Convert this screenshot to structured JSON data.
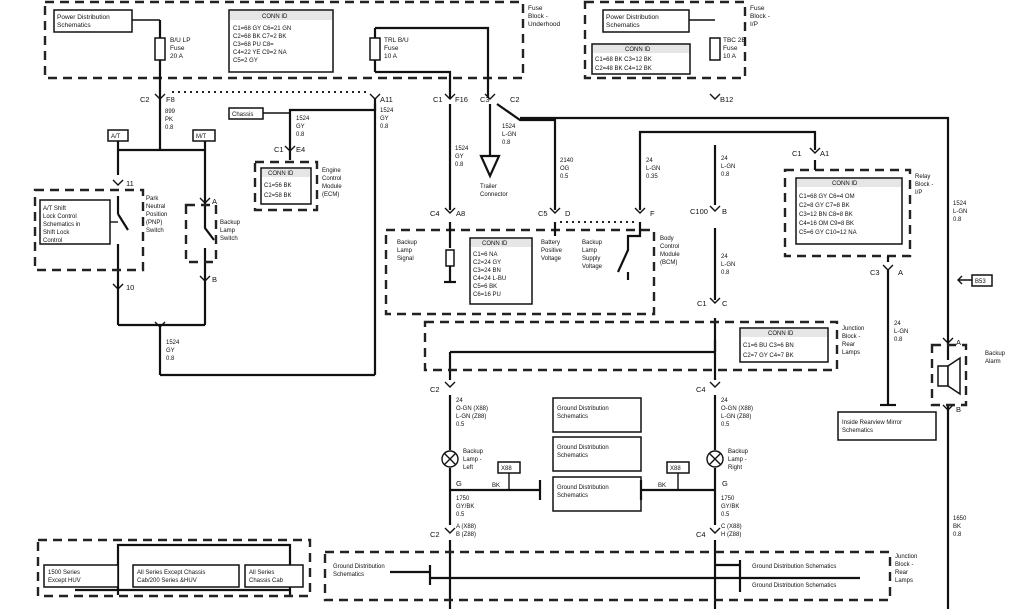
{
  "fuse_block_underhood": {
    "title_l1": "Fuse",
    "title_l2": "Block -",
    "title_l3": "Underhood",
    "power_dist_l1": "Power Distribution",
    "power_dist_l2": "Schematics",
    "conn_title": "CONN ID",
    "conn_rows": [
      "C1=68 GY   C6=21 GN",
      "C2=68 BK   C7=2 BK",
      "C3=68 PU   C8=",
      "C4=22 YE   C9=2 NA",
      "C5=2 GY"
    ],
    "fuse1_l1": "B/U LP",
    "fuse1_l2": "Fuse",
    "fuse1_l3": "20 A",
    "fuse2_l1": "TRL B/U",
    "fuse2_l2": "Fuse",
    "fuse2_l3": "10 A"
  },
  "fuse_block_ip": {
    "title_l1": "Fuse",
    "title_l2": "Block -",
    "title_l3": "I/P",
    "power_dist_l1": "Power Distribution",
    "power_dist_l2": "Schematics",
    "conn_title": "CONN ID",
    "conn_rows": [
      "C1=68 BK   C3=12 BK",
      "C2=48 BK   C4=12 BK"
    ],
    "fuse_l1": "TBC 2B",
    "fuse_l2": "Fuse",
    "fuse_l3": "10 A"
  },
  "pins": {
    "c2_f8": "C2",
    "f8": "F8",
    "a11": "A11",
    "c1_f16": "C1",
    "f16": "F16",
    "c3_c2": "C3",
    "c2b": "C2",
    "b12": "B12",
    "c1_e4": "C1",
    "e4": "E4",
    "c4_a8": "C4",
    "a8": "A8",
    "c5_d": "C5",
    "d": "D",
    "f": "F",
    "c100": "C100",
    "b": "B",
    "c1_c": "C1",
    "c": "C",
    "c1_a1": "C1",
    "a1": "A1",
    "c3_a": "C3",
    "a": "A",
    "c2_b": "C2",
    "c4_b": "C4",
    "c2_bot": "C2",
    "c4_bot": "C4",
    "g1": "G",
    "g2": "G",
    "alarm_a": "A",
    "alarm_b": "B",
    "sw_11": "11",
    "sw_10": "10",
    "bs_a": "A",
    "bs_b": "B"
  },
  "wires": {
    "w899": [
      "899",
      "PK",
      "0.8"
    ],
    "w1524_gy": [
      "1524",
      "GY",
      "0.8"
    ],
    "w1524_ecm": [
      "1524",
      "GY",
      "0.8"
    ],
    "w1524_lgn": [
      "1524",
      "L-GN",
      "0.8"
    ],
    "w1524_gy_mid": [
      "1524",
      "GY",
      "0.8"
    ],
    "w2140": [
      "2140",
      "OG",
      "0.5"
    ],
    "w24_a": [
      "24",
      "L-GN",
      "0.35"
    ],
    "w24_b": [
      "24",
      "L-GN",
      "0.8"
    ],
    "w24_c": [
      "24",
      "L-GN",
      "0.8"
    ],
    "w1524_right": [
      "1524",
      "L-GN",
      "0.8"
    ],
    "w24_right": [
      "24",
      "L-GN",
      "0.8"
    ],
    "w24_left_lower": [
      "24",
      "O-GN (X88)",
      "L-GN (Z88)",
      "0.5"
    ],
    "w24_right_lower": [
      "24",
      "O-GN (X88)",
      "L-GN (Z88)",
      "0.5"
    ],
    "w1750_left": [
      "1750",
      "GY/BK",
      "0.5"
    ],
    "w1750_right": [
      "1750",
      "GY/BK",
      "0.5"
    ],
    "w1650": [
      "1650",
      "BK",
      "0.8"
    ],
    "w1524_bottom": [
      "1524",
      "GY",
      "0.8"
    ],
    "left_lower_pins": [
      "A (X88)",
      "B (Z88)"
    ],
    "right_lower_pins": [
      "C (X88)",
      "H (Z88)"
    ],
    "bk_left": "BK",
    "bk_right": "BK"
  },
  "labels": {
    "chassis": "Chassis",
    "ecm_l1": "Engine",
    "ecm_l2": "Control",
    "ecm_l3": "Module",
    "ecm_l4": "(ECM)",
    "ecm_conn_title": "CONN ID",
    "ecm_conn_rows": [
      "C1=56 BK",
      "C2=58 BK"
    ],
    "at_tag": "A/T",
    "mt_tag": "M/T",
    "at_shift_l1": "A/T Shift",
    "at_shift_l2": "Lock Control",
    "at_shift_l3": "Schematics in",
    "at_shift_l4": "Shift Lock",
    "at_shift_l5": "Control",
    "pnp_l1": "Park",
    "pnp_l2": "Neutral",
    "pnp_l3": "Position",
    "pnp_l4": "(PNP)",
    "pnp_l5": "Switch",
    "backup_sw_l1": "Backup",
    "backup_sw_l2": "Lamp",
    "backup_sw_l3": "Switch",
    "trailer_l1": "Trailer",
    "trailer_l2": "Connector",
    "bcm_l1": "Body",
    "bcm_l2": "Control",
    "bcm_l3": "Module",
    "bcm_l4": "(BCM)",
    "bcm_backup_l1": "Backup",
    "bcm_backup_l2": "Lamp",
    "bcm_backup_l3": "Signal",
    "bcm_batt_l1": "Battery",
    "bcm_batt_l2": "Positive",
    "bcm_batt_l3": "Voltage",
    "bcm_supply_l1": "Backup",
    "bcm_supply_l2": "Lamp",
    "bcm_supply_l3": "Supply",
    "bcm_supply_l4": "Voltage",
    "bcm_conn_title": "CONN ID",
    "bcm_conn_rows": [
      "C1=6 NA",
      "C2=24 GY",
      "C3=24 BN",
      "C4=24 L-BU",
      "C5=6 BK",
      "C6=16 PU"
    ],
    "relay_l1": "Relay",
    "relay_l2": "Block -",
    "relay_l3": "I/P",
    "relay_conn_title": "CONN ID",
    "relay_conn_rows": [
      "C1=68 GY   C6=4 OM",
      "C2=8 GY    C7=8 BK",
      "C3=12 BN   C8=8 BK",
      "C4=16 OM   C9=8 BK",
      "C5=6 GY    C10=12 NA"
    ],
    "jb_l1": "Junction",
    "jb_l2": "Block -",
    "jb_l3": "Rear",
    "jb_l4": "Lamps",
    "jb_conn_title": "CONN ID",
    "jb_conn_rows": [
      "C1=6 BU   C3=6 BN",
      "C2=7 GY   C4=7 BK"
    ],
    "gd1_l1": "Ground Distribution",
    "gd1_l2": "Schematics",
    "gd2_l1": "Ground Distribution",
    "gd2_l2": "Schematics",
    "gd3_l1": "Ground Distribution",
    "gd3_l2": "Schematics",
    "bul_l1": "Backup",
    "bul_l2": "Lamp -",
    "bul_l3": "Left",
    "bur_l1": "Backup",
    "bur_l2": "Lamp -",
    "bur_l3": "Right",
    "x88_left": "X88",
    "x88_right": "X88",
    "mirror_l1": "Inside Rearview Mirror",
    "mirror_l2": "Schematics",
    "alarm_l1": "Backup",
    "alarm_l2": "Alarm",
    "b53": "B53",
    "series1_l1": "1500 Series",
    "series1_l2": "Except HUV",
    "series2_l1": "All Series Except Chassis",
    "series2_l2": "Cab/200 Series &HUV",
    "series3_l1": "All Series",
    "series3_l2": "Chassis Cab",
    "jb2_l1": "Junction",
    "jb2_l2": "Block -",
    "jb2_l3": "Rear",
    "jb2_l4": "Lamps",
    "gd_bottom_left_l1": "Ground Distribution",
    "gd_bottom_left_l2": "Schematics",
    "gd_bottom_right1": "Ground Distribution Schematics",
    "gd_bottom_right2": "Ground Distribution Schematics"
  }
}
